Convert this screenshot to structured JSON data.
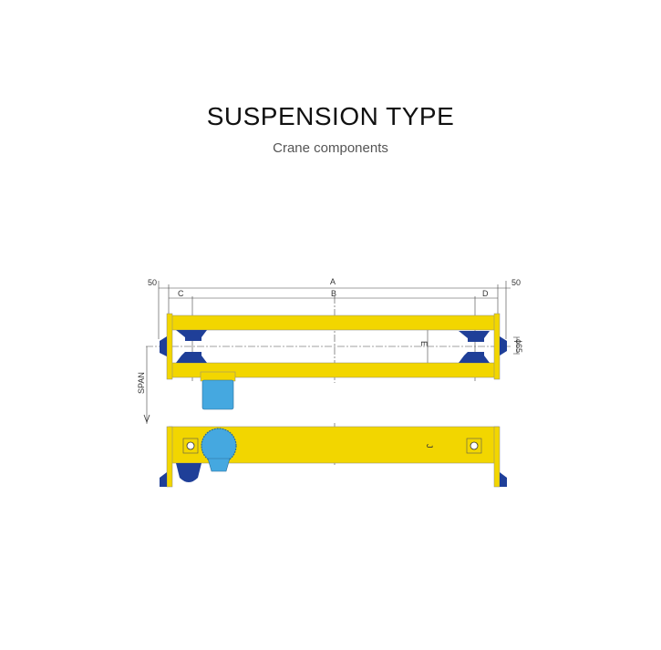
{
  "header": {
    "title": "SUSPENSION TYPE",
    "subtitle": "Crane components"
  },
  "drawing": {
    "labels": {
      "left_offset": "50",
      "right_offset": "50",
      "a": "A",
      "b": "B",
      "c": "C",
      "d": "D",
      "e": "E",
      "diameter": "ϕ65",
      "span": "SPAN",
      "j": "J"
    },
    "colors": {
      "beam": "#f2d600",
      "wheel": "#1f3f98",
      "motor": "#45a8e0",
      "line": "#333333"
    }
  }
}
